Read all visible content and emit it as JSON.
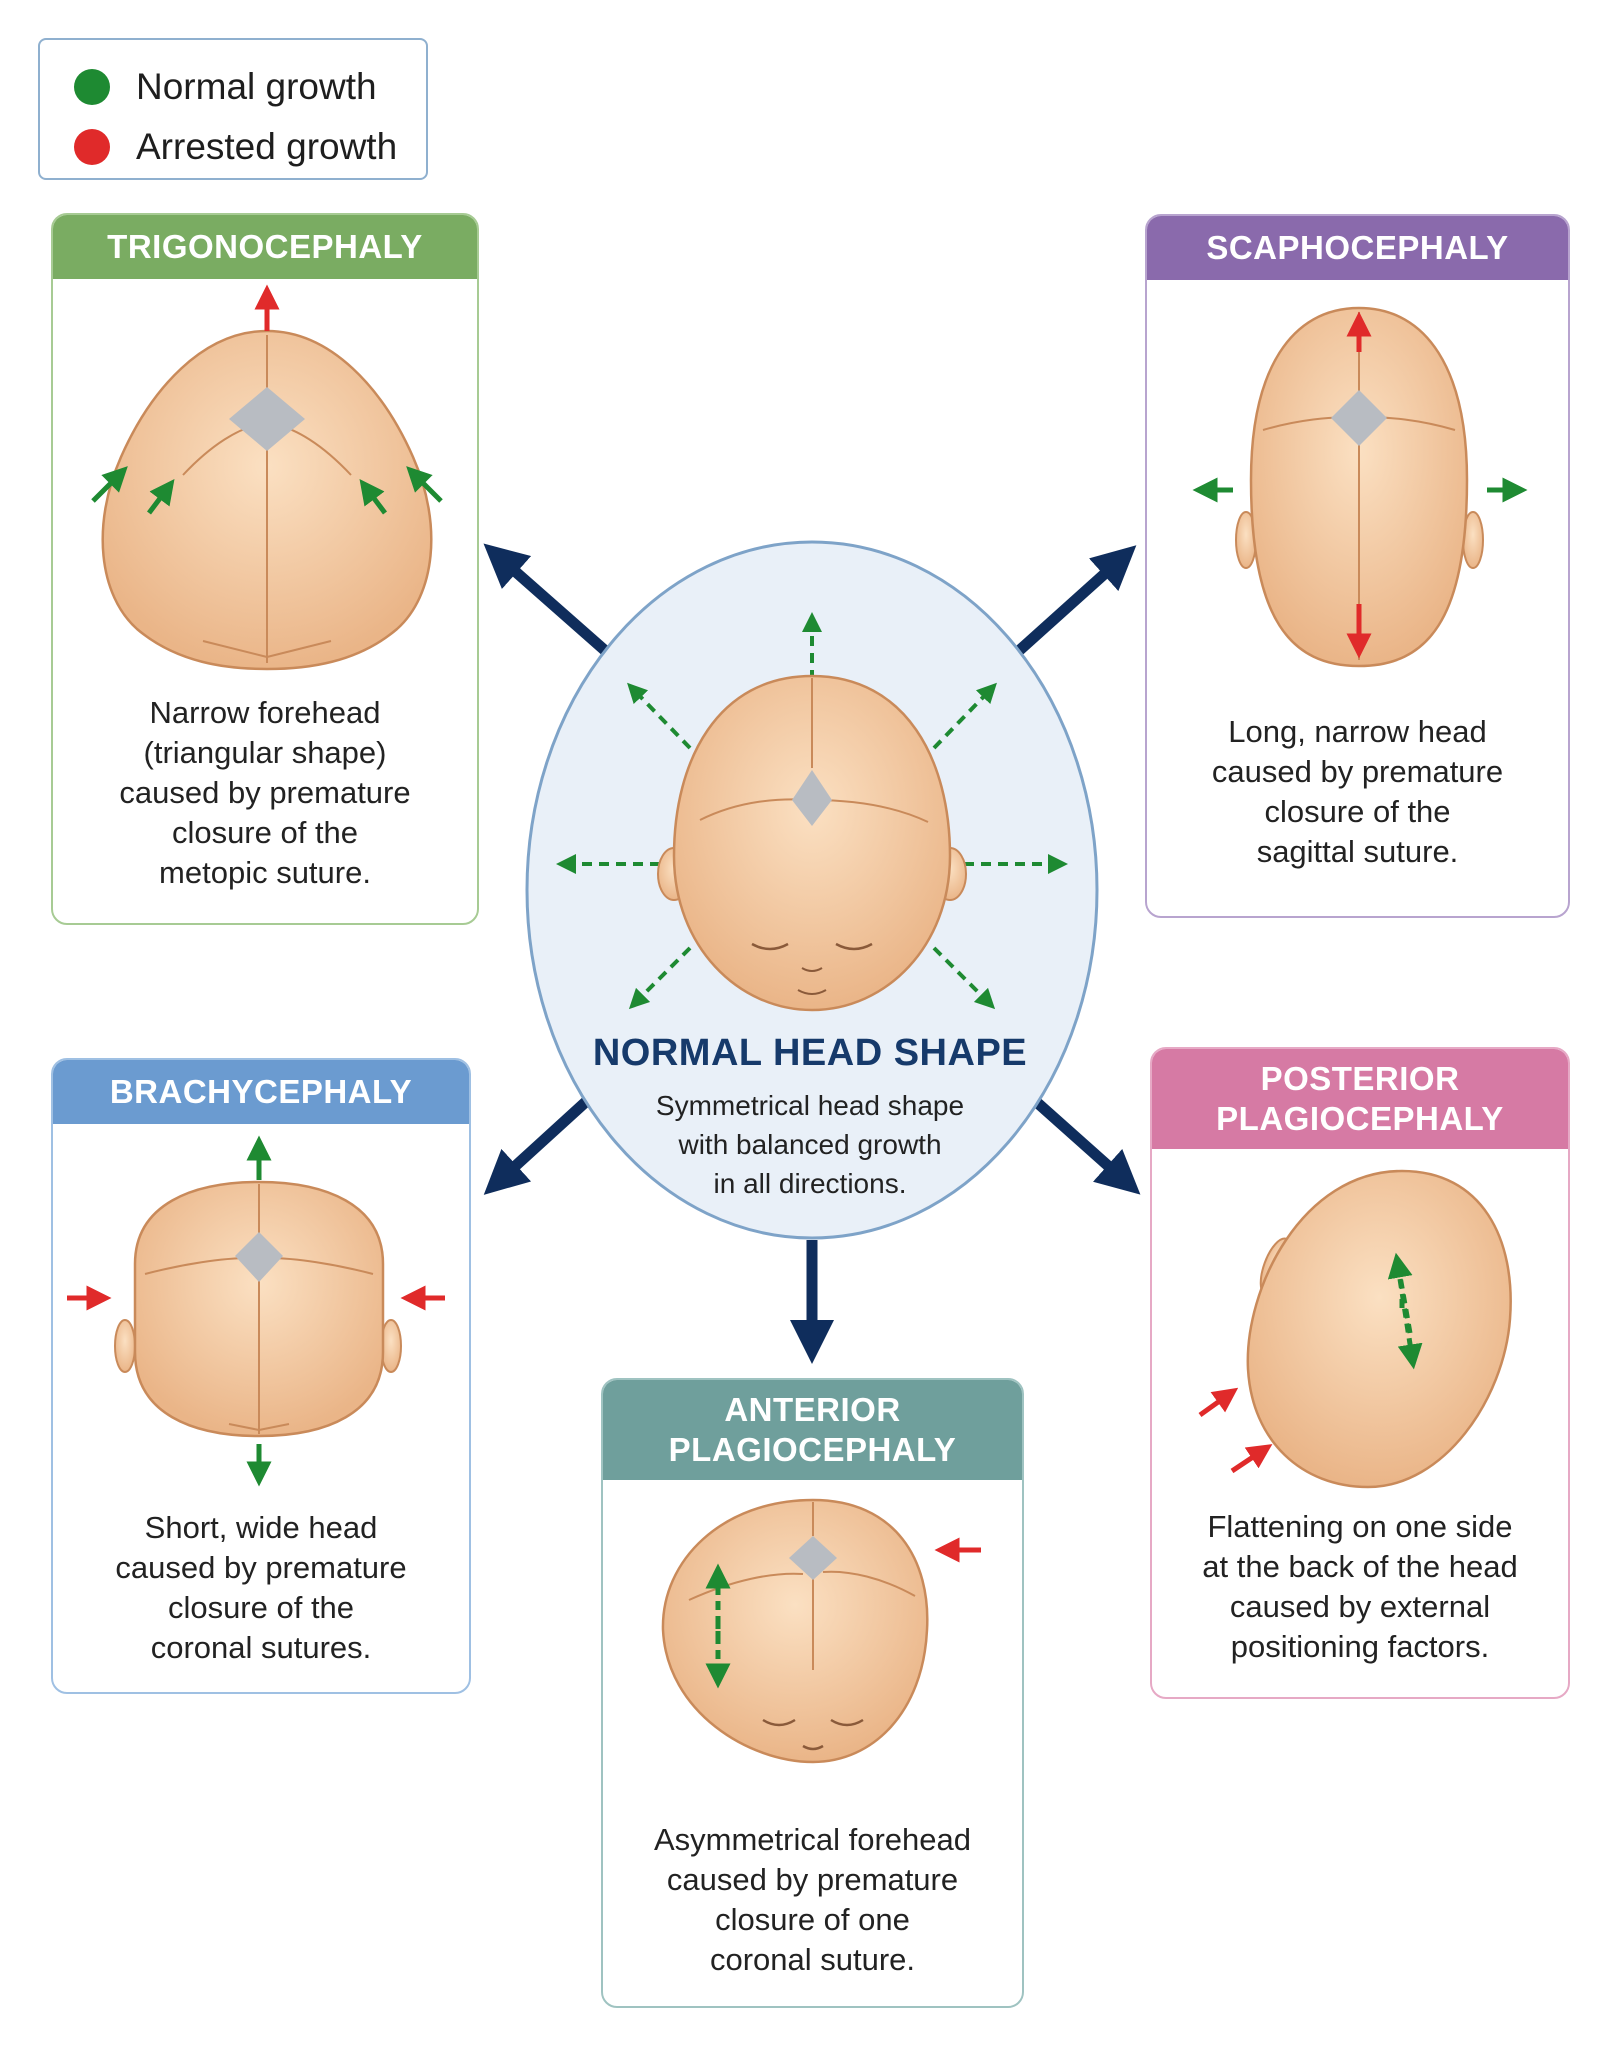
{
  "legend": {
    "normal_label": "Normal growth",
    "arrested_label": "Arrested growth",
    "normal_color": "#1e8a32",
    "arrested_color": "#e02a2a"
  },
  "center": {
    "title": "NORMAL HEAD SHAPE",
    "description": "Symmetrical head shape\nwith balanced growth\nin all directions."
  },
  "panels": {
    "trigonocephaly": {
      "title": "TRIGONOCEPHALY",
      "description": "Narrow forehead\n(triangular shape)\ncaused by premature\nclosure of the\nmetopic suture.",
      "color": "#7aac62"
    },
    "scaphocephaly": {
      "title": "SCAPHOCEPHALY",
      "description": "Long, narrow head\ncaused by premature\nclosure of the\nsagittal suture.",
      "color": "#8a6aac"
    },
    "brachycephaly": {
      "title": "BRACHYCEPHALY",
      "description": "Short, wide head\ncaused by premature\nclosure of the\ncoronal sutures.",
      "color": "#6b9bd0"
    },
    "anterior_plagiocephaly": {
      "title": "ANTERIOR\nPLAGIOCEPHALY",
      "description": "Asymmetrical forehead\ncaused by premature\nclosure of one\ncoronal suture.",
      "color": "#6f9f9c"
    },
    "posterior_plagiocephaly": {
      "title": "POSTERIOR\nPLAGIOCEPHALY",
      "description": "Flattening on one side\nat the back of the head\ncaused by external\npositioning factors.",
      "color": "#d67aa4"
    }
  },
  "colors": {
    "connector": "#0f2d5c",
    "skin": "#f6cfa5",
    "skin_edge": "#c98a5a",
    "fontanelle": "#b8bcc2"
  }
}
